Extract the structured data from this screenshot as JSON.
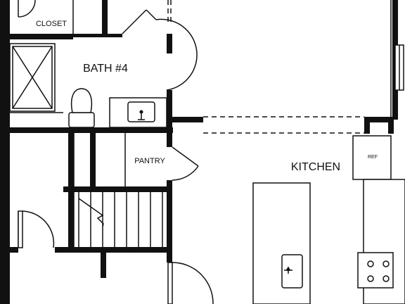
{
  "rooms": {
    "closet": "CLOSET",
    "bath": "BATH #4",
    "pantry": "PANTRY",
    "kitchen": "KITCHEN",
    "ref": "REF"
  },
  "colors": {
    "wall": "#111111",
    "line": "#111111",
    "background": "#ffffff"
  }
}
